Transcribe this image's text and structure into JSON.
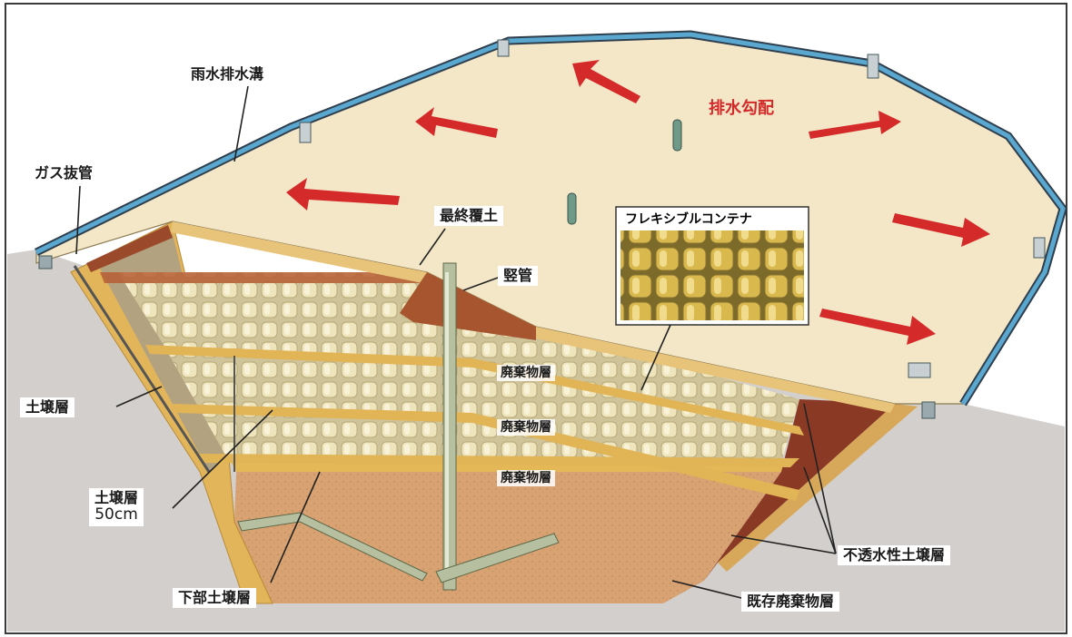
{
  "labels": {
    "drain_channel": "雨水排水溝",
    "gas_vent": "ガス抜管",
    "drainage_slope": "排水勾配",
    "final_cover": "最終覆土",
    "vertical_pipe": "竪管",
    "flexible_container": "フレキシブルコンテナ",
    "soil_layer": "土壌層",
    "soil_layer_50cm_line1": "土壌層",
    "soil_layer_50cm_line2": "50cm",
    "lower_soil_layer": "下部土壌層",
    "waste_layer_1": "廃棄物層",
    "waste_layer_2": "廃棄物層",
    "waste_layer_3": "廃棄物層",
    "impermeable_soil_layer": "不透水性土壌層",
    "existing_waste_layer": "既存廃棄物層"
  },
  "colors": {
    "cover_top": "#f4e7c8",
    "ground": "#d2cfcc",
    "soil_wall": "#e0b45a",
    "impermeable_wall": "#8a3a24",
    "drain_pipe": "#5aa7cf",
    "arrow": "#d42a2a",
    "bag": "#e8dcae"
  }
}
